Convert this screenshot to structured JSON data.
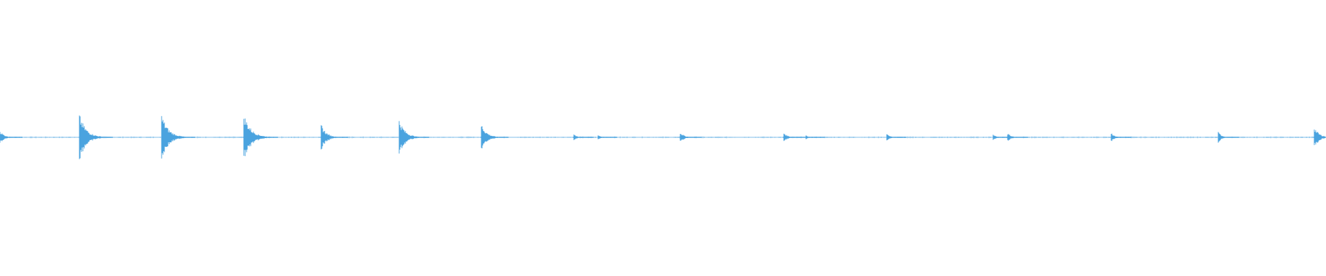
{
  "waveform": {
    "color": "#4aa3df",
    "background": "#ffffff",
    "duration_fraction_transients": [
      0.0,
      0.06,
      0.122,
      0.184,
      0.242,
      0.301,
      0.363,
      0.433,
      0.451,
      0.513,
      0.591,
      0.608,
      0.669,
      0.749,
      0.76,
      0.838,
      0.919,
      0.991
    ],
    "transient_amplitudes": [
      0.28,
      0.95,
      0.95,
      1.0,
      0.55,
      0.75,
      0.58,
      0.12,
      0.1,
      0.22,
      0.2,
      0.08,
      0.14,
      0.12,
      0.18,
      0.18,
      0.22,
      0.45
    ],
    "baseline_amplitude": 0.02
  }
}
